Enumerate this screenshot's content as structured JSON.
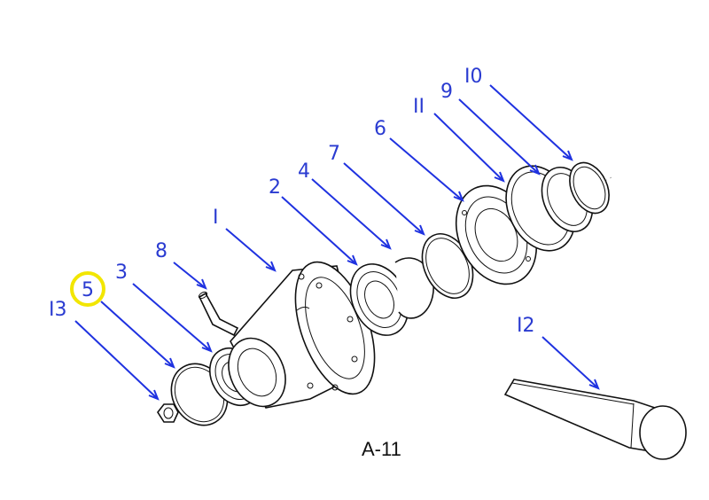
{
  "figure": {
    "label": "A-11"
  },
  "colors": {
    "callout": "#2a3bd1",
    "leader": "#1f32e0",
    "highlight": "#f2e600",
    "line": "#111111"
  },
  "callouts": [
    {
      "id": "13",
      "text": "I3"
    },
    {
      "id": "5",
      "text": "5",
      "highlighted": true
    },
    {
      "id": "3",
      "text": "3"
    },
    {
      "id": "8",
      "text": "8"
    },
    {
      "id": "1",
      "text": "I"
    },
    {
      "id": "2",
      "text": "2"
    },
    {
      "id": "4",
      "text": "4"
    },
    {
      "id": "7",
      "text": "7"
    },
    {
      "id": "6",
      "text": "6"
    },
    {
      "id": "11",
      "text": "II"
    },
    {
      "id": "9",
      "text": "9"
    },
    {
      "id": "10",
      "text": "I0"
    },
    {
      "id": "12",
      "text": "I2"
    }
  ]
}
